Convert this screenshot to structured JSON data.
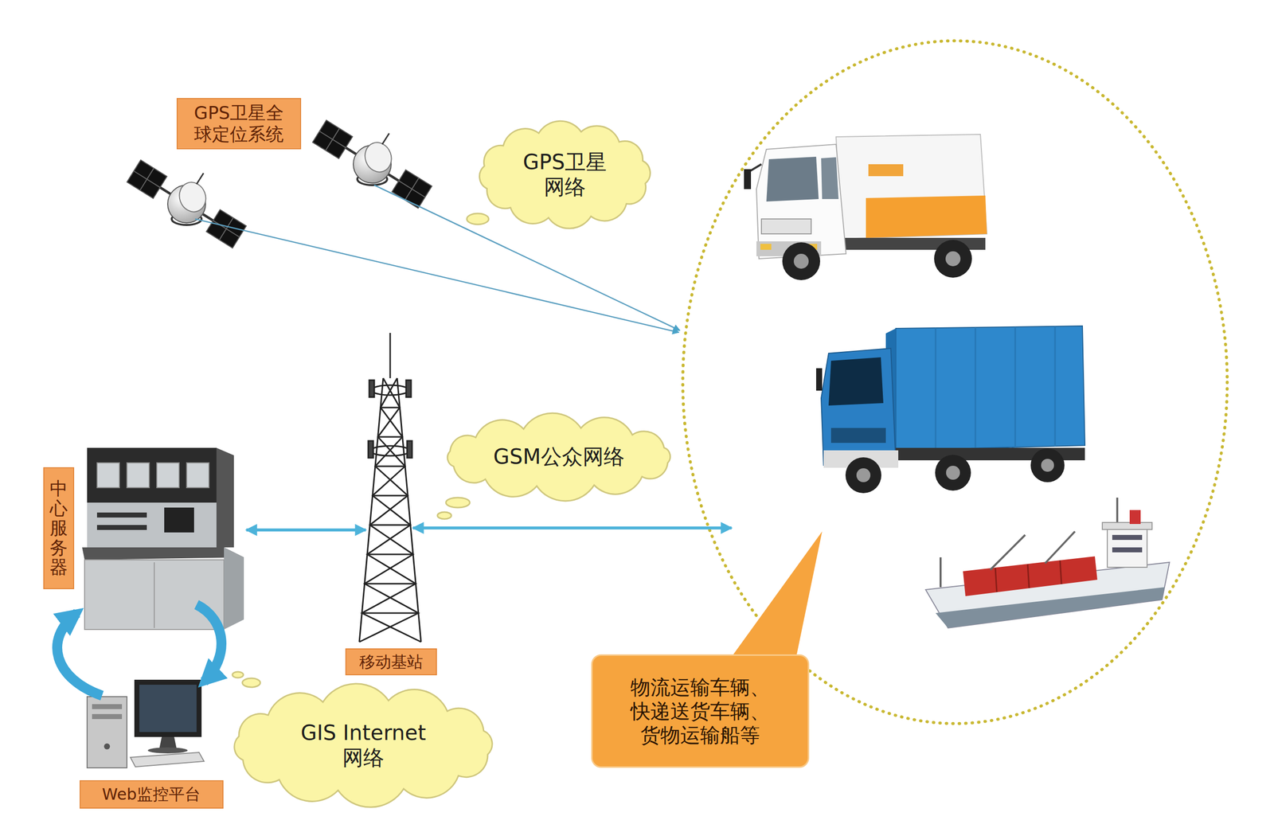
{
  "diagram": {
    "nodes": [
      {
        "text": [
          "GPS卫星全 球定位系统"
        ]
      },
      {
        "text": [
          "GPS卫星 网络"
        ]
      },
      {
        "text": [
          "GSM公众网络"
        ]
      },
      {
        "text": [
          "中心服务器"
        ]
      },
      {
        "text": [
          "移动基站"
        ]
      },
      {
        "text": [
          "物流运输车辆、 快递送货车辆、 货物运输船等"
        ]
      },
      {
        "text": [
          "GIS Internet 网络"
        ]
      },
      {
        "text": [
          "Web监控平台"
        ]
      }
    ]
  }
}
